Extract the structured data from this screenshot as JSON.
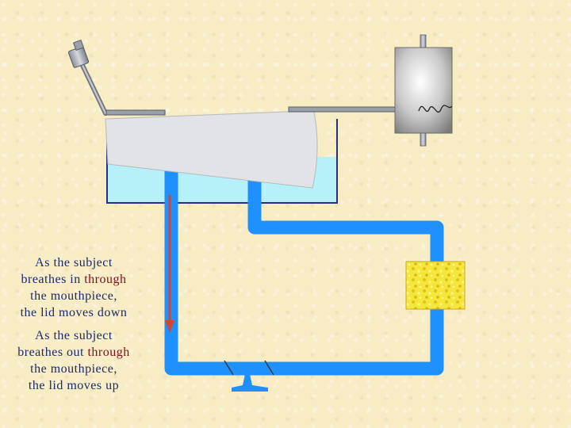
{
  "captions": {
    "inhale": {
      "line1": "As the subject",
      "line2a": "breathes in",
      "line2b": " through",
      "line3": "the mouthpiece,",
      "line4": "the lid moves down"
    },
    "exhale": {
      "line1": "As the subject",
      "line2a": "breathes out",
      "line2b": " through",
      "line3": "the mouthpiece,",
      "line4": "the lid moves up"
    }
  },
  "colors": {
    "tube": "#1e90ff",
    "water": "#b6f0f8",
    "lid": "#e2e3e6",
    "arrow": "#d2452f",
    "soda_lime": "#f2e23a",
    "text_dark": "#1b2a6b",
    "text_red": "#7a1020",
    "background": "#f7ecc4"
  }
}
